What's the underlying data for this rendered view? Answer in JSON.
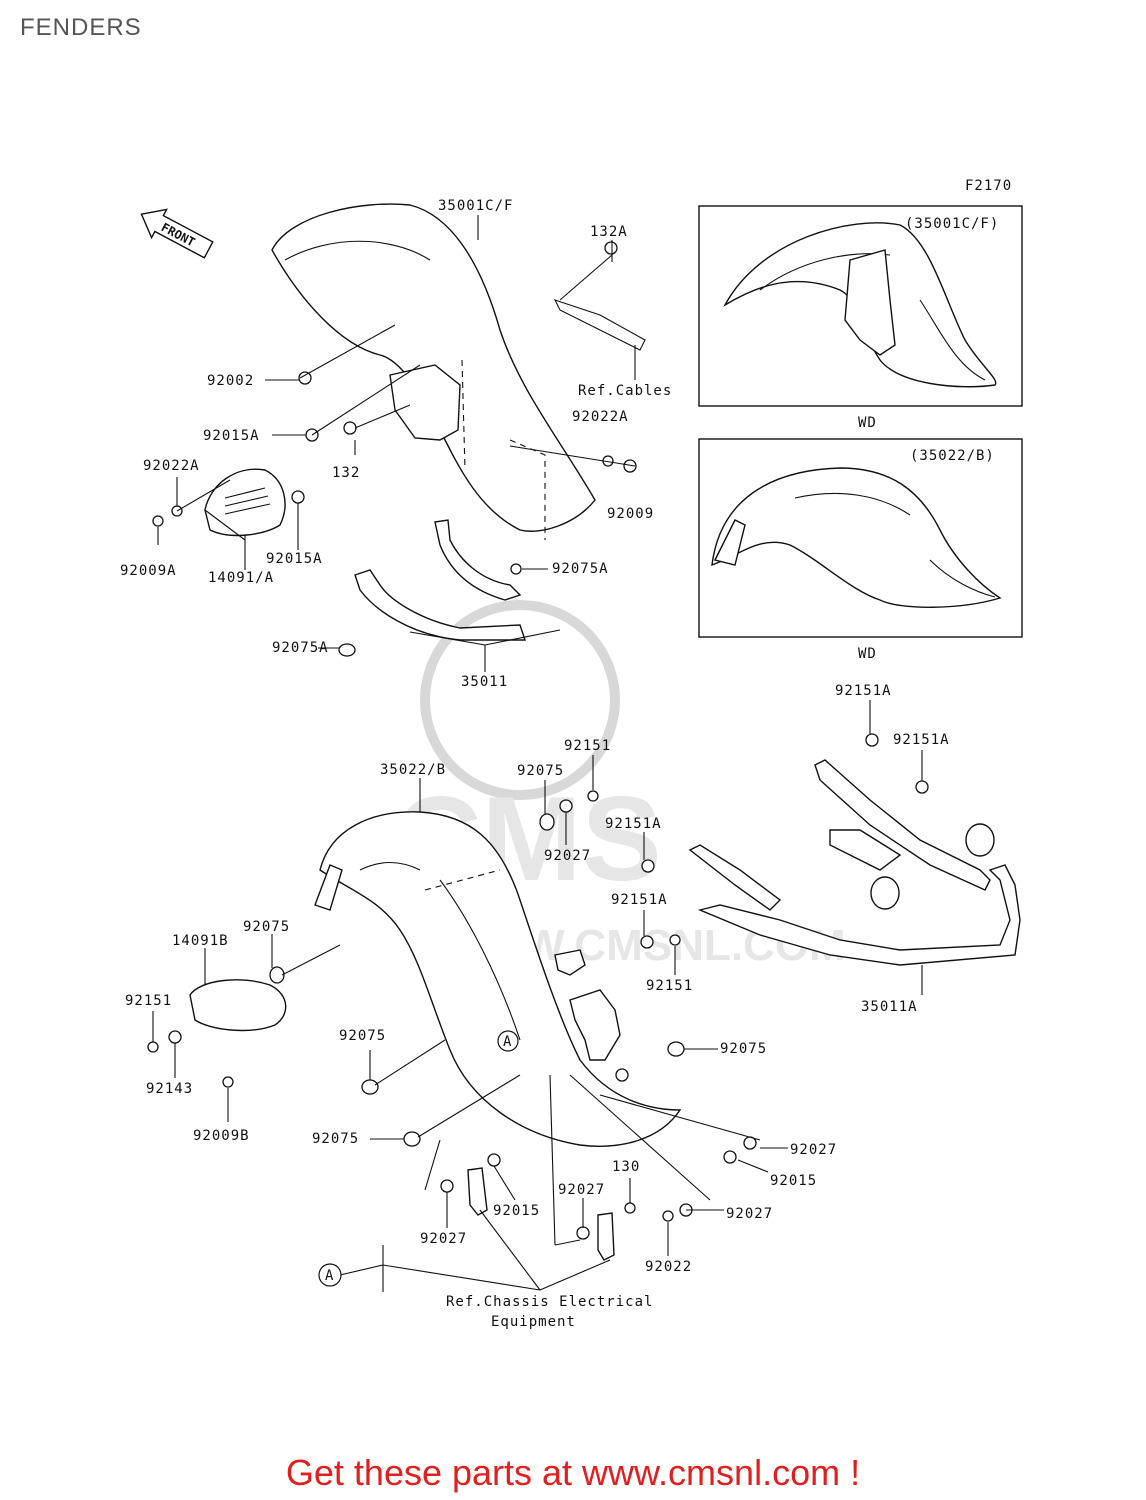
{
  "page": {
    "title": "FENDERS",
    "footer": "Get these parts at www.cmsnl.com !"
  },
  "figure_code": "F2170",
  "front_arrow": "FRONT",
  "insets": [
    {
      "caption": "(35001C/F)",
      "note": "WD"
    },
    {
      "caption": "(35022/B)",
      "note": "WD"
    }
  ],
  "watermark": {
    "text1": "CMS",
    "text2": "WWW.CMSNL.COM"
  },
  "labels": {
    "l35001CF": "35001C/F",
    "l132A": "132A",
    "lRefCables": "Ref.Cables",
    "l92002": "92002",
    "l92015A_1": "92015A",
    "l92022A_1": "92022A",
    "l132": "132",
    "l92022A_2": "92022A",
    "l92009": "92009",
    "l92015A_2": "92015A",
    "l92009A": "92009A",
    "l14091A": "14091/A",
    "l92075A_1": "92075A",
    "l92075A_2": "92075A",
    "l35011": "35011",
    "l92151A_1": "92151A",
    "l92151A_2": "92151A",
    "l92151_1": "92151",
    "l92075_1": "92075",
    "l35022B": "35022/B",
    "l92027_1": "92027",
    "l92151A_3": "92151A",
    "l92151A_4": "92151A",
    "l92151_2": "92151",
    "l35011A": "35011A",
    "l92075_2": "92075",
    "l14091B": "14091B",
    "l92151_3": "92151",
    "l92143": "92143",
    "l92009B": "92009B",
    "l92075_3": "92075",
    "l92075_4": "92075",
    "l92075_5": "92075",
    "l92027_2": "92027",
    "l92015_1": "92015",
    "l130": "130",
    "l92027_3": "92027",
    "l92015_2": "92015",
    "l92027_4": "92027",
    "l92027_5": "92027",
    "l92022": "92022",
    "lA_1": "A",
    "lA_2": "A",
    "lRefChassis1": "Ref.Chassis Electrical",
    "lRefChassis2": "Equipment"
  }
}
